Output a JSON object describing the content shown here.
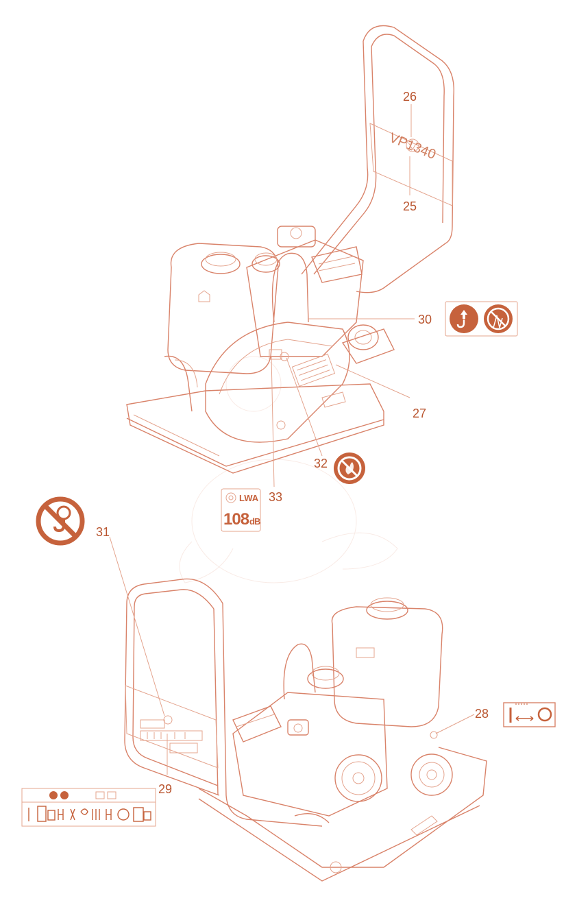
{
  "accent_color": "#c6623c",
  "line_color": "#d9836a",
  "model_marking": "VP1340",
  "callouts": {
    "c25": "25",
    "c26": "26",
    "c27": "27",
    "c28": "28",
    "c29": "29",
    "c30": "30",
    "c31": "31",
    "c32": "32",
    "c33": "33"
  },
  "noise_label": {
    "symbol": "LWA",
    "value": "108",
    "unit": "dB"
  },
  "icons": {
    "lift_point": "lifting-hook-icon",
    "no_lifting_person": "no-lifting-icon",
    "no_fire": "no-open-flame-icon",
    "no_hook": "no-hook-lifting-icon",
    "switch": "on-off-switch-icon"
  }
}
